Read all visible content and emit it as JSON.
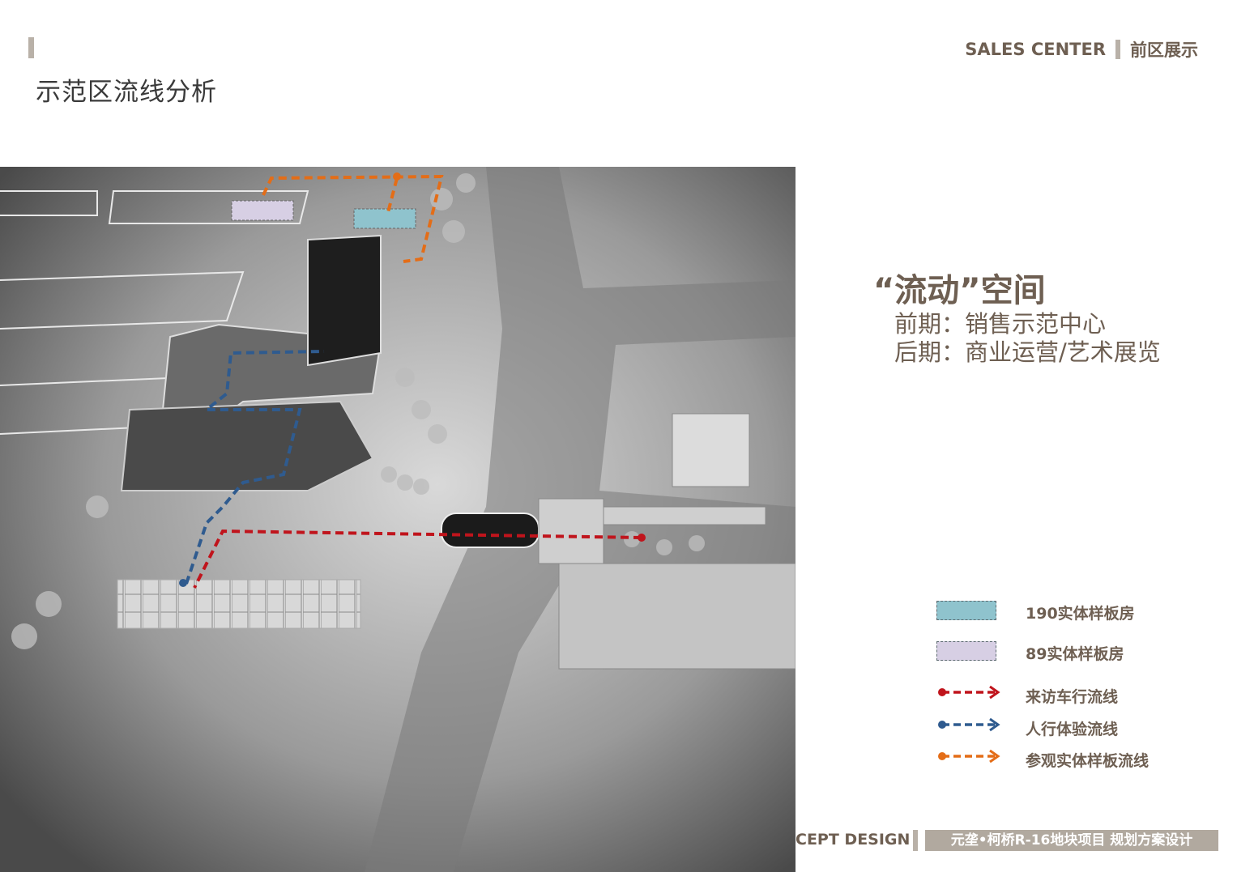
{
  "page_title": "示范区流线分析",
  "header": {
    "en": "SALES CENTER",
    "cn": "前区展示"
  },
  "heading": "“流动”空间",
  "subtitles": [
    "前期：销售示范中心",
    "后期：商业运营/艺术展览"
  ],
  "legend": {
    "items": [
      {
        "label": "190实体样板房",
        "kind": "swatch",
        "color": "#8fc3cd"
      },
      {
        "label": "89实体样板房",
        "kind": "swatch",
        "color": "#d7cfe4"
      },
      {
        "label": "来访车行流线",
        "kind": "line",
        "color": "#c0141c"
      },
      {
        "label": "人行体验流线",
        "kind": "line",
        "color": "#2f5b8f"
      },
      {
        "label": "参观实体样板流线",
        "kind": "line",
        "color": "#e46d17"
      }
    ]
  },
  "footer": {
    "en": "CEPT DESIGN",
    "cn": "元垄•柯桥R-16地块项目 规划方案设计"
  }
}
